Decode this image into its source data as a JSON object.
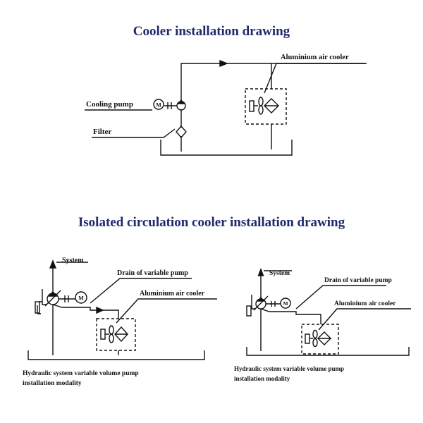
{
  "titles": {
    "top": "Cooler installation drawing",
    "middle": "Isolated circulation cooler installation drawing"
  },
  "diagram_top": {
    "cooler_label": "Aluminium air cooler",
    "pump_label": "Cooling pump",
    "filter_label": "Filter",
    "motor_symbol": "M"
  },
  "diagram_left": {
    "system_label": "System",
    "drain_label": "Drain of variable pump",
    "cooler_label": "Aluminium air cooler",
    "motor_symbol": "M",
    "caption_line1": "Hydraulic system variable volume pump",
    "caption_line2": "installation modality"
  },
  "diagram_right": {
    "system_label": "System",
    "drain_label": "Drain of variable pump",
    "cooler_label": "Aluminium air cooler",
    "motor_symbol": "M",
    "caption_line1": "Hydraulic system variable volume pump",
    "caption_line2": "installation modality"
  }
}
